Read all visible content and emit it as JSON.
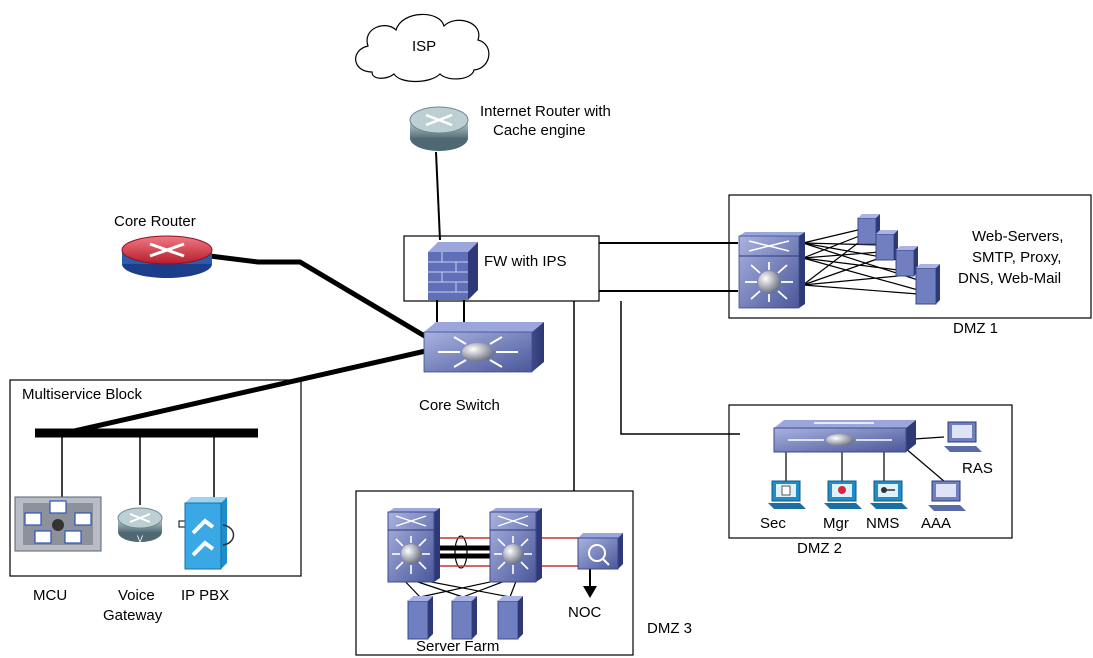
{
  "labels": {
    "isp": "ISP",
    "internet_router_1": "Internet Router with",
    "internet_router_2": "Cache engine",
    "core_router": "Core Router",
    "fw_ips": "FW with IPS",
    "core_switch": "Core Switch",
    "dmz1_servers_1": "Web-Servers,",
    "dmz1_servers_2": "SMTP, Proxy,",
    "dmz1_servers_3": "DNS, Web-Mail",
    "dmz1": "DMZ 1",
    "multiservice_block": "Multiservice Block",
    "mcu": "MCU",
    "voice_gateway_1": "Voice",
    "voice_gateway_2": "Gateway",
    "ip_pbx": "IP PBX",
    "ras": "RAS",
    "sec": "Sec",
    "mgr": "Mgr",
    "nms": "NMS",
    "aaa": "AAA",
    "dmz2": "DMZ 2",
    "noc": "NOC",
    "dmz3": "DMZ 3",
    "server_farm": "Server Farm"
  },
  "icons": {
    "cloud": "isp-cloud-icon",
    "router": "router-icon",
    "firewall": "firewall-icon",
    "switch": "multilayer-switch-icon",
    "server": "server-icon",
    "workstation": "workstation-icon"
  },
  "colors": {
    "device_blue": "#6f7fc0",
    "device_dark": "#3d4a8a",
    "core_router_red": "#d9283a",
    "cable_red": "#c0392b",
    "line": "#000000"
  }
}
